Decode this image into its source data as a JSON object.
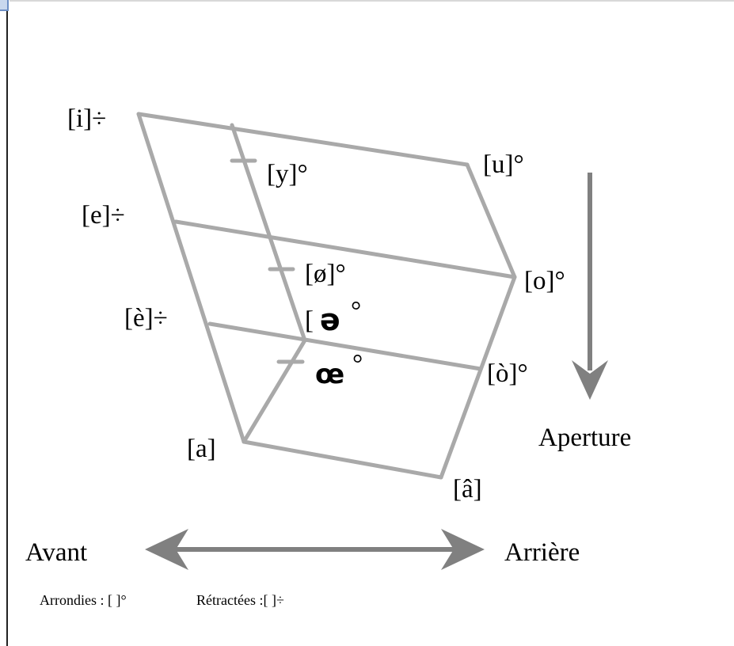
{
  "labels": {
    "i": "[i]÷",
    "e": "[e]÷",
    "e_grave": "[è]÷",
    "a": "[a]",
    "y": "[y]°",
    "o_slash": "[ø]°",
    "schwa_open": "[",
    "schwa": "ə",
    "schwa_suffix": "°",
    "oe": "œ",
    "oe_suffix": "°",
    "u": "[u]°",
    "o": "[o]°",
    "o_grave": "[ò]°",
    "a_circ": "[â]",
    "aperture": "Aperture",
    "avant": "Avant",
    "arriere": "Arrière",
    "legend_rounded": "Arrondies : [ ]°",
    "legend_retracted": "Rétractées :[ ]÷"
  },
  "colors": {
    "lines": "#a9a9a9",
    "arrows": "#808080",
    "text": "#000000"
  }
}
